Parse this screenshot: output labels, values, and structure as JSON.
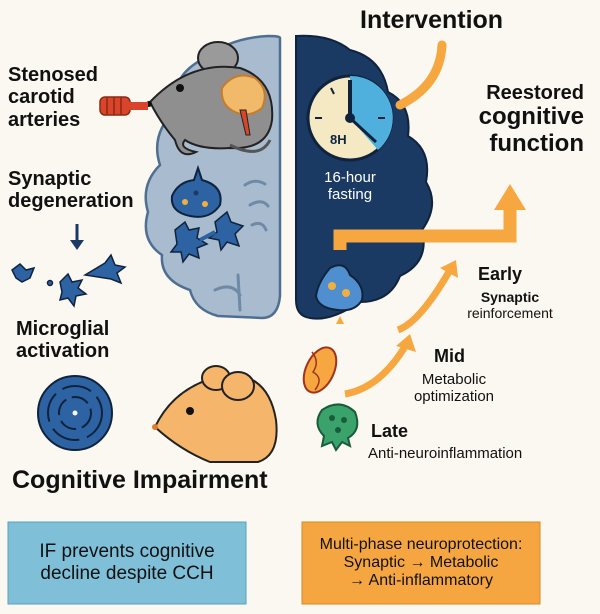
{
  "left": {
    "stenosed_label": [
      "Stenosed",
      "carotid",
      "arteries"
    ],
    "synaptic_label": [
      "Synaptic",
      "degeneration"
    ],
    "microglial_label": [
      "Microglial",
      "activation"
    ],
    "cognitive_impairment": "Cognitive Impairment"
  },
  "right": {
    "intervention": "Intervention",
    "clock_label": "8H",
    "fasting_label": [
      "16-hour",
      "fasting"
    ],
    "restored_label": [
      "Reestored",
      "cognitive",
      "function"
    ],
    "phases": [
      {
        "name": "Early",
        "desc": [
          "Synaptic",
          "reinforcement"
        ]
      },
      {
        "name": "Mid",
        "desc": [
          "Metabolic",
          "optimization"
        ]
      },
      {
        "name": "Late",
        "desc": [
          "Anti-neuroinflammation"
        ]
      }
    ]
  },
  "summary": {
    "left_box": [
      "IF prevents cognitive",
      "decline despite CCH"
    ],
    "right_box": [
      "Multi-phase neuroprotection:",
      "Synaptic → Metabolic",
      "→ Anti-inflammatory"
    ]
  },
  "colors": {
    "background": "#fbf8f1",
    "brain_left": "#a9bccf",
    "brain_right": "#1b3a63",
    "accent_orange": "#f6a740",
    "neuron_blue": "#2d62a3",
    "box_blue": "#7fbfd8",
    "box_orange": "#f5a640"
  }
}
